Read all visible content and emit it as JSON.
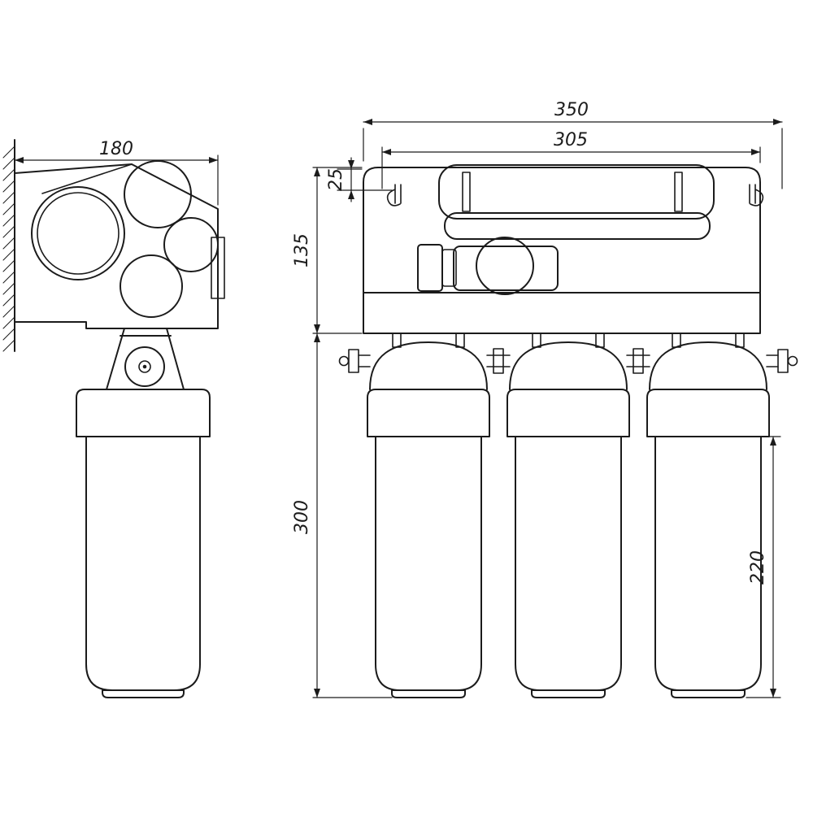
{
  "canvas": {
    "background": "#ffffff",
    "line_color": "#1b1b1b"
  },
  "dimensions": {
    "side_width": {
      "label": "180"
    },
    "front_overall_width": {
      "label": "350"
    },
    "front_inner_width": {
      "label": "305"
    },
    "bracket_offset": {
      "label": "25"
    },
    "head_height": {
      "label": "135"
    },
    "housing_total_height": {
      "label": "300"
    },
    "housing_body_height": {
      "label": "220"
    }
  }
}
